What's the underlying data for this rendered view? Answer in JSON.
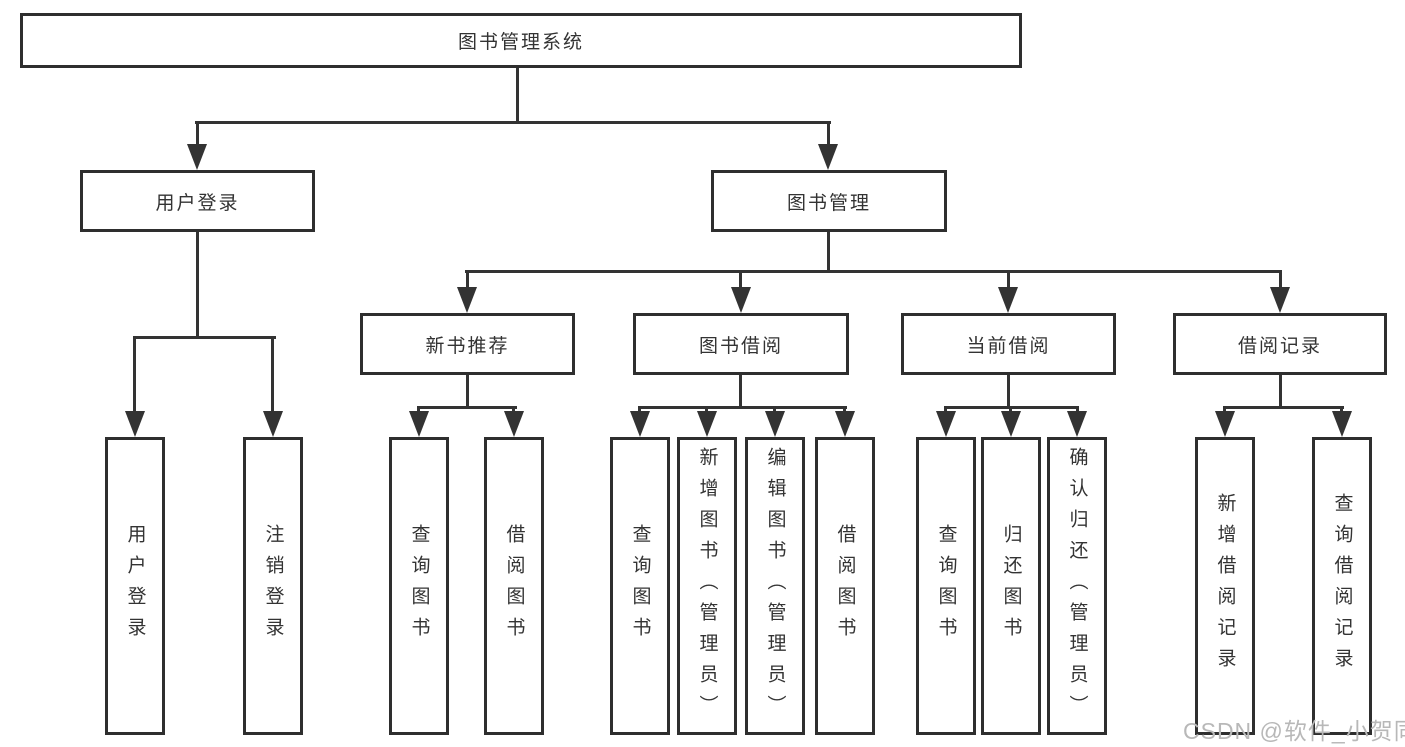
{
  "page": {
    "background": "#ffffff",
    "watermark": "CSDN @软件_小贺同学"
  },
  "colors": {
    "line": "#333333",
    "box_border": "#2e2e2e",
    "text": "#333333",
    "watermark": "#b8b8b8"
  },
  "chart_type": "hierarchy-diagram",
  "tree": {
    "root": {
      "label": "图书管理系统"
    },
    "branches": [
      {
        "label": "用户登录",
        "children": [
          {
            "label": "用户登录"
          },
          {
            "label": "注销登录"
          }
        ]
      },
      {
        "label": "图书管理",
        "children": [
          {
            "label": "新书推荐",
            "children": [
              {
                "label": "查询图书"
              },
              {
                "label": "借阅图书"
              }
            ]
          },
          {
            "label": "图书借阅",
            "children": [
              {
                "label": "查询图书"
              },
              {
                "label": "新增图书（管理员）"
              },
              {
                "label": "编辑图书（管理员）"
              },
              {
                "label": "借阅图书"
              }
            ]
          },
          {
            "label": "当前借阅",
            "children": [
              {
                "label": "查询图书"
              },
              {
                "label": "归还图书"
              },
              {
                "label": "确认归还（管理员）"
              }
            ]
          },
          {
            "label": "借阅记录",
            "children": [
              {
                "label": "新增借阅记录"
              },
              {
                "label": "查询借阅记录"
              }
            ]
          }
        ]
      }
    ]
  }
}
